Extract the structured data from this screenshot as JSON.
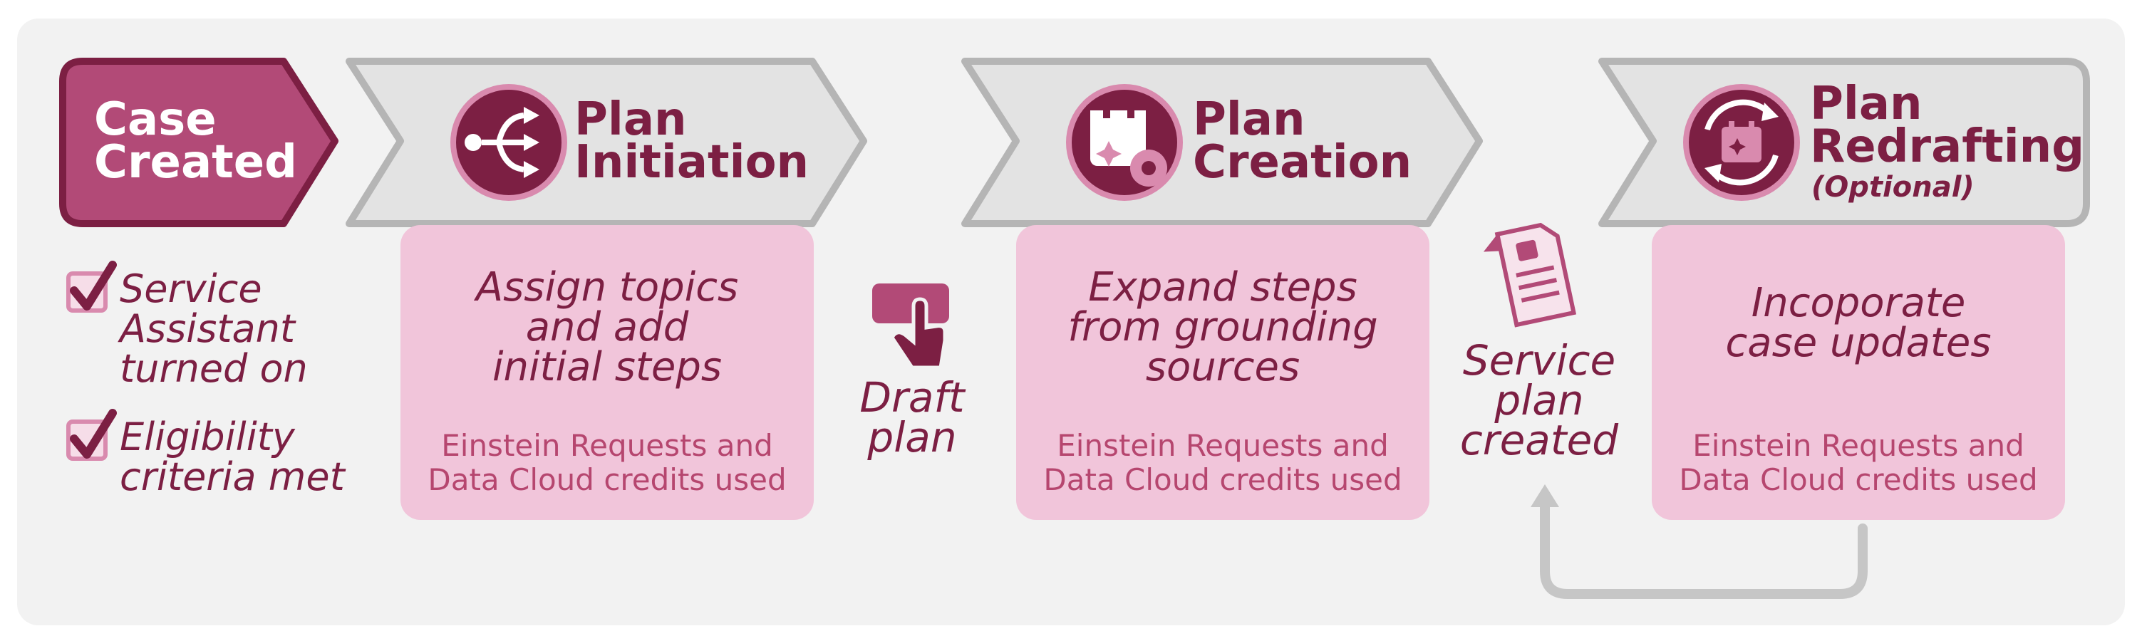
{
  "colors": {
    "background": "#f2f2f2",
    "chevron_gray": "#e3e3e3",
    "chevron_border": "#b5b5b5",
    "accent_dark": "#7c1f43",
    "accent_mid": "#b6466f",
    "card_pink": "#f1c5da",
    "case_fill": "#b24a77"
  },
  "case": {
    "title": "Case\nCreated",
    "checks": [
      {
        "text": "Service\nAssistant\nturned on"
      },
      {
        "text": "Eligibility\ncriteria met"
      }
    ]
  },
  "stages": [
    {
      "title": "Plan\nInitiation",
      "icon": "flow-branch-icon",
      "description": "Assign topics\nand add\ninitial steps",
      "credits": "Einstein Requests and\nData Cloud credits used"
    },
    {
      "title": "Plan\nCreation",
      "icon": "calendar-gear-icon",
      "description": "Expand steps\nfrom grounding\nsources",
      "credits": "Einstein Requests and\nData Cloud credits used"
    },
    {
      "title": "Plan\nRedrafting",
      "subtitle": "(Optional)",
      "icon": "refresh-calendar-icon",
      "description": "Incoporate\ncase updates",
      "credits": "Einstein Requests and\nData Cloud credits used"
    }
  ],
  "between": {
    "draft": {
      "label": "Draft\nplan",
      "icon": "tap-button-icon"
    },
    "service_plan": {
      "label": "Service\nplan\ncreated",
      "icon": "document-icon"
    }
  }
}
